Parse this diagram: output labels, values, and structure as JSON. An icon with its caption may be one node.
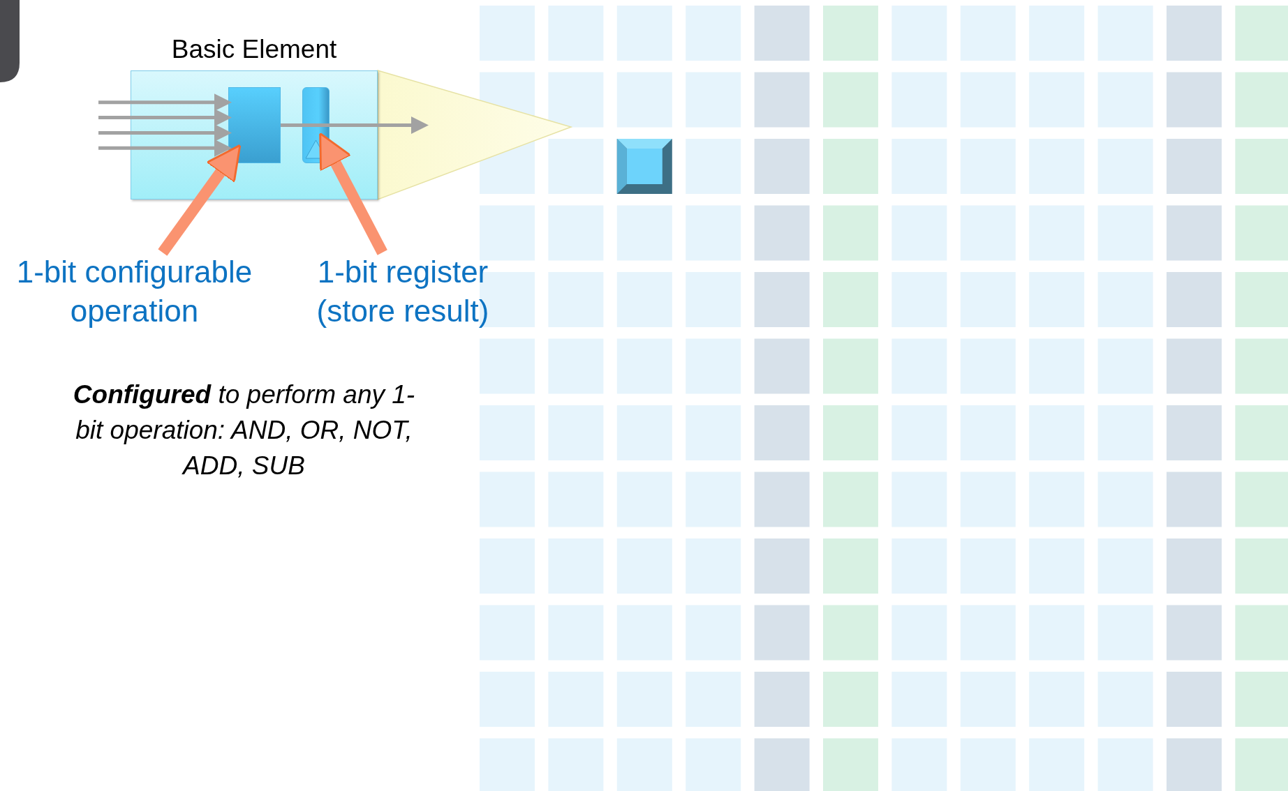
{
  "diagram": {
    "nodes": [
      {
        "text": [
          "Basic Element"
        ]
      },
      {
        "text": [],
        "shape": "box",
        "in": 0
      },
      {
        "text": [],
        "shape": "box",
        "in": 0
      },
      {
        "text": [
          "1-bit configurable operation"
        ]
      },
      {
        "text": [
          "1-bit register (store result)"
        ]
      }
    ],
    "edges": [
      {
        "from": null,
        "to": 1,
        "arrow": "to"
      },
      {
        "from": null,
        "to": 1,
        "arrow": "to"
      },
      {
        "from": null,
        "to": 1,
        "arrow": "to"
      },
      {
        "from": null,
        "to": 1,
        "arrow": "to"
      },
      {
        "from": 1,
        "to": null,
        "arrow": "to"
      },
      {
        "from": 3,
        "to": 1,
        "arrow": "to",
        "style": "thick",
        "color": "#fa9370"
      },
      {
        "from": 4,
        "to": 2,
        "arrow": "to",
        "style": "thick",
        "color": "#fa9370"
      }
    ],
    "labels": [
      "**Configured** to perform any 1-bit operation: AND, OR, NOT, ADD, SUB"
    ]
  }
}
